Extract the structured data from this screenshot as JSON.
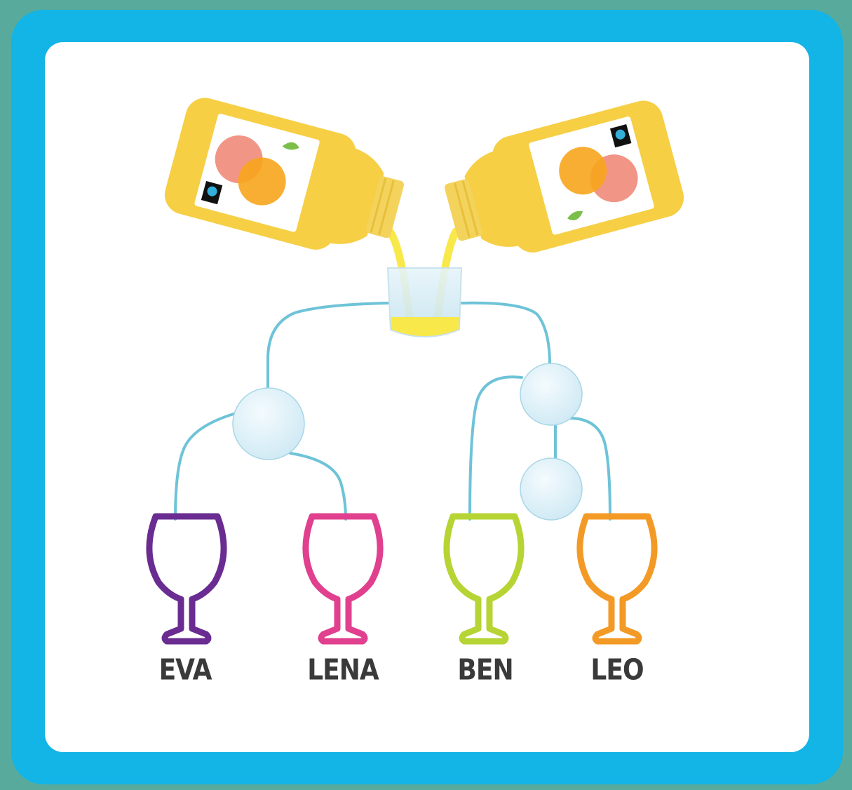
{
  "card": {
    "colors": {
      "outer_teal": "#58ab9c",
      "frame_blue": "#13b4e6",
      "panel_white": "#ffffff",
      "pipe_blue": "#6ec3d8",
      "juice_yellow": "#f9e84a",
      "bottle_yellow": "#f6cf45"
    }
  },
  "bottles": {
    "left": {
      "icon": "juice-bottle-icon",
      "label_fruits": "orange and grapefruit"
    },
    "right": {
      "icon": "juice-bottle-icon",
      "label_fruits": "orange and grapefruit"
    }
  },
  "glasses": [
    {
      "name": "EVA",
      "color": "#6a2c91"
    },
    {
      "name": "LENA",
      "color": "#e0408e"
    },
    {
      "name": "BEN",
      "color": "#b6d433"
    },
    {
      "name": "LEO",
      "color": "#f39a26"
    }
  ]
}
